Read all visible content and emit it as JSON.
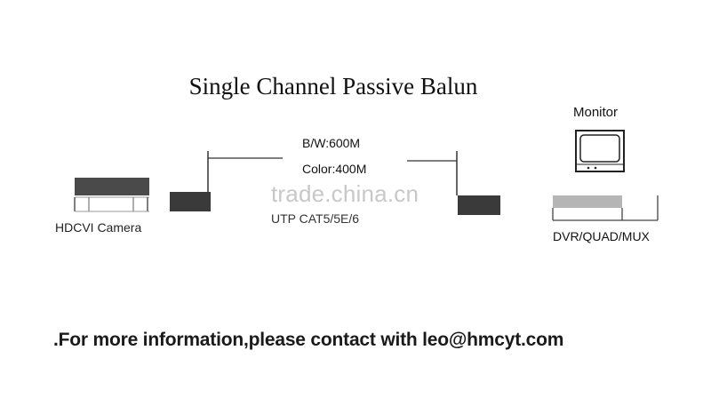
{
  "title": "Single Channel Passive Balun",
  "labels": {
    "monitor": "Monitor",
    "bw_bandwidth": "B/W:600M",
    "color_bandwidth": "Color:400M",
    "cable": "UTP CAT5/5E/6",
    "camera": "HDCVI Camera",
    "recorder": "DVR/QUAD/MUX"
  },
  "watermark": "trade.china.cn",
  "contact": ".For more information,please contact with leo@hmcyt.com"
}
